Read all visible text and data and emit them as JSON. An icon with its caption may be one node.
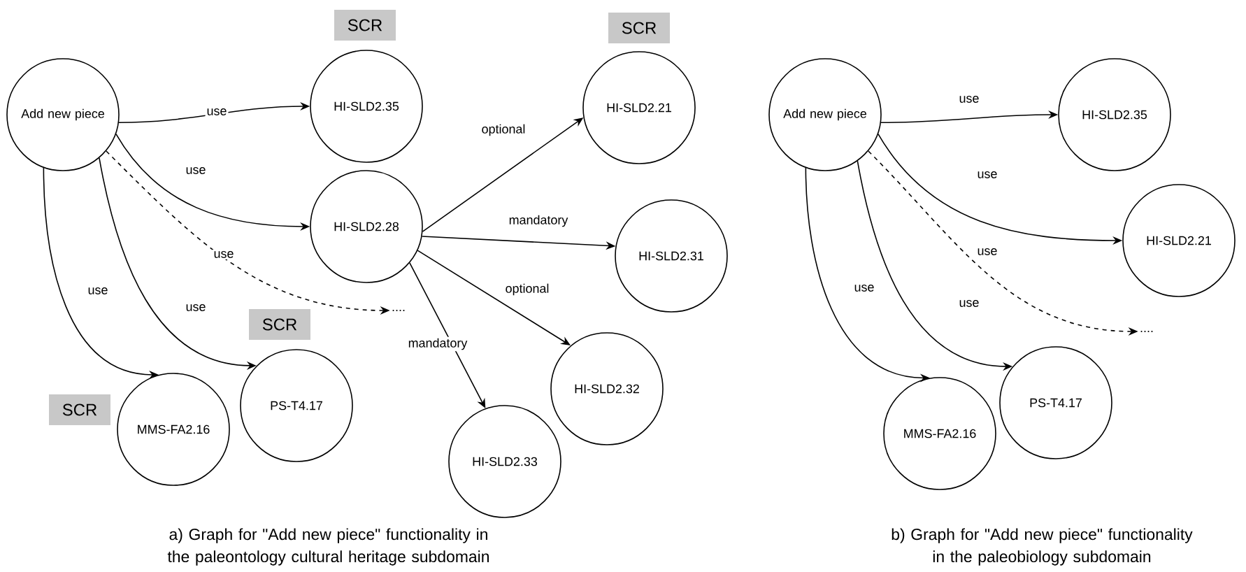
{
  "diagram": {
    "nodes": [
      {
        "text": [
          "Add new piece"
        ]
      },
      {
        "text": [
          "HI-SLD2.35"
        ]
      },
      {
        "text": [
          "HI-SLD2.28"
        ]
      },
      {
        "text": [
          "HI-SLD2.21"
        ]
      },
      {
        "text": [
          "HI-SLD2.31"
        ]
      },
      {
        "text": [
          "HI-SLD2.32"
        ]
      },
      {
        "text": [
          "HI-SLD2.33"
        ]
      },
      {
        "text": [
          "PS-T4.17"
        ]
      },
      {
        "text": [
          "MMS-FA2.16"
        ]
      },
      {
        "text": [
          "...."
        ]
      },
      {
        "text": [
          "SCR"
        ]
      },
      {
        "text": [
          "SCR"
        ]
      },
      {
        "text": [
          "SCR"
        ]
      },
      {
        "text": [
          "SCR"
        ]
      },
      {
        "text": [
          "Add new piece"
        ]
      },
      {
        "text": [
          "HI-SLD2.35"
        ]
      },
      {
        "text": [
          "HI-SLD2.21"
        ]
      },
      {
        "text": [
          "...."
        ]
      },
      {
        "text": [
          "PS-T4.17"
        ]
      },
      {
        "text": [
          "MMS-FA2.16"
        ]
      }
    ],
    "edges": [
      {
        "from": 0,
        "to": 1,
        "arrow": "to",
        "label": "use"
      },
      {
        "from": 0,
        "to": 2,
        "arrow": "to",
        "label": "use"
      },
      {
        "from": 0,
        "to": 9,
        "arrow": "to",
        "label": "use",
        "style": "dashed"
      },
      {
        "from": 0,
        "to": 7,
        "arrow": "to",
        "label": "use"
      },
      {
        "from": 0,
        "to": 8,
        "arrow": "to",
        "label": "use"
      },
      {
        "from": 2,
        "to": 3,
        "arrow": "to",
        "label": "optional"
      },
      {
        "from": 2,
        "to": 4,
        "arrow": "to",
        "label": "mandatory"
      },
      {
        "from": 2,
        "to": 5,
        "arrow": "to",
        "label": "optional"
      },
      {
        "from": 2,
        "to": 6,
        "arrow": "to",
        "label": "mandatory"
      },
      {
        "from": 14,
        "to": 15,
        "arrow": "to",
        "label": "use"
      },
      {
        "from": 14,
        "to": 16,
        "arrow": "to",
        "label": "use"
      },
      {
        "from": 14,
        "to": 17,
        "arrow": "to",
        "label": "use",
        "style": "dashed"
      },
      {
        "from": 14,
        "to": 18,
        "arrow": "to",
        "label": "use"
      },
      {
        "from": 14,
        "to": 19,
        "arrow": "to",
        "label": "use"
      }
    ],
    "labels": [
      "a) Graph for \"Add new piece\" functionality in the paleontology cultural heritage subdomain",
      "b) Graph for \"Add new piece\" functionality in the paleobiology  subdomain"
    ]
  }
}
